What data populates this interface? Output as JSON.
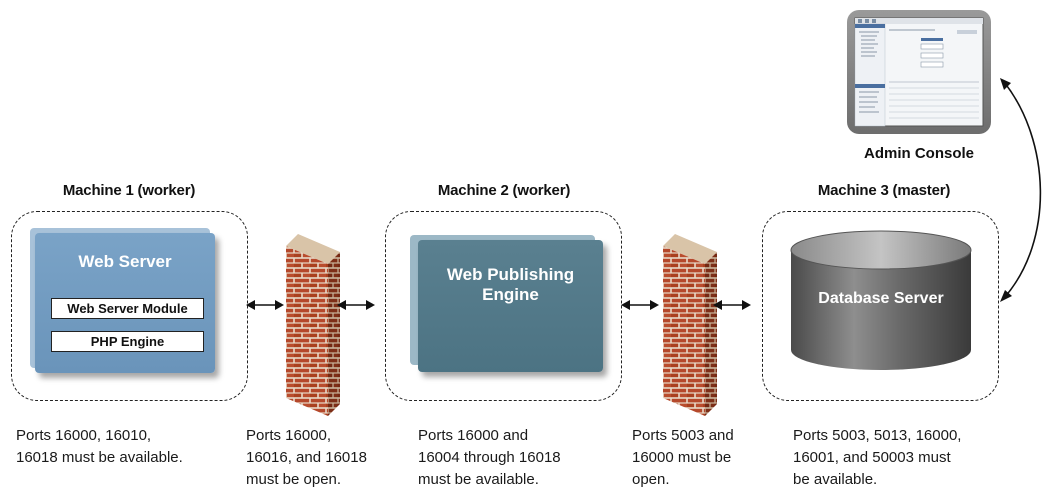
{
  "admin_console": {
    "label": "Admin Console"
  },
  "machines": [
    {
      "title": "Machine 1 (worker)"
    },
    {
      "title": "Machine 2 (worker)"
    },
    {
      "title": "Machine 3 (master)"
    }
  ],
  "web_server": {
    "title": "Web Server",
    "module": "Web Server Module",
    "php": "PHP Engine"
  },
  "wpe": {
    "title": "Web Publishing\nEngine"
  },
  "database": {
    "title": "Database Server"
  },
  "captions": [
    "Ports 16000, 16010,\n16018 must be available.",
    "Ports 16000,\n16016, and 16018\nmust be open.",
    "Ports 16000 and\n16004 through 16018\nmust be available.",
    "Ports 5003 and\n16000 must be\nopen.",
    "Ports 5003, 5013, 16000,\n16001, and 50003 must\nbe available."
  ],
  "colors": {
    "web_server": "#6f98bd",
    "wpe": "#4f7686",
    "database": "#5a5a5a",
    "brick": "#b44a2c"
  },
  "icons": [
    "firewall-icon",
    "firewall-icon",
    "admin-console-monitor-icon",
    "database-cylinder-icon"
  ]
}
